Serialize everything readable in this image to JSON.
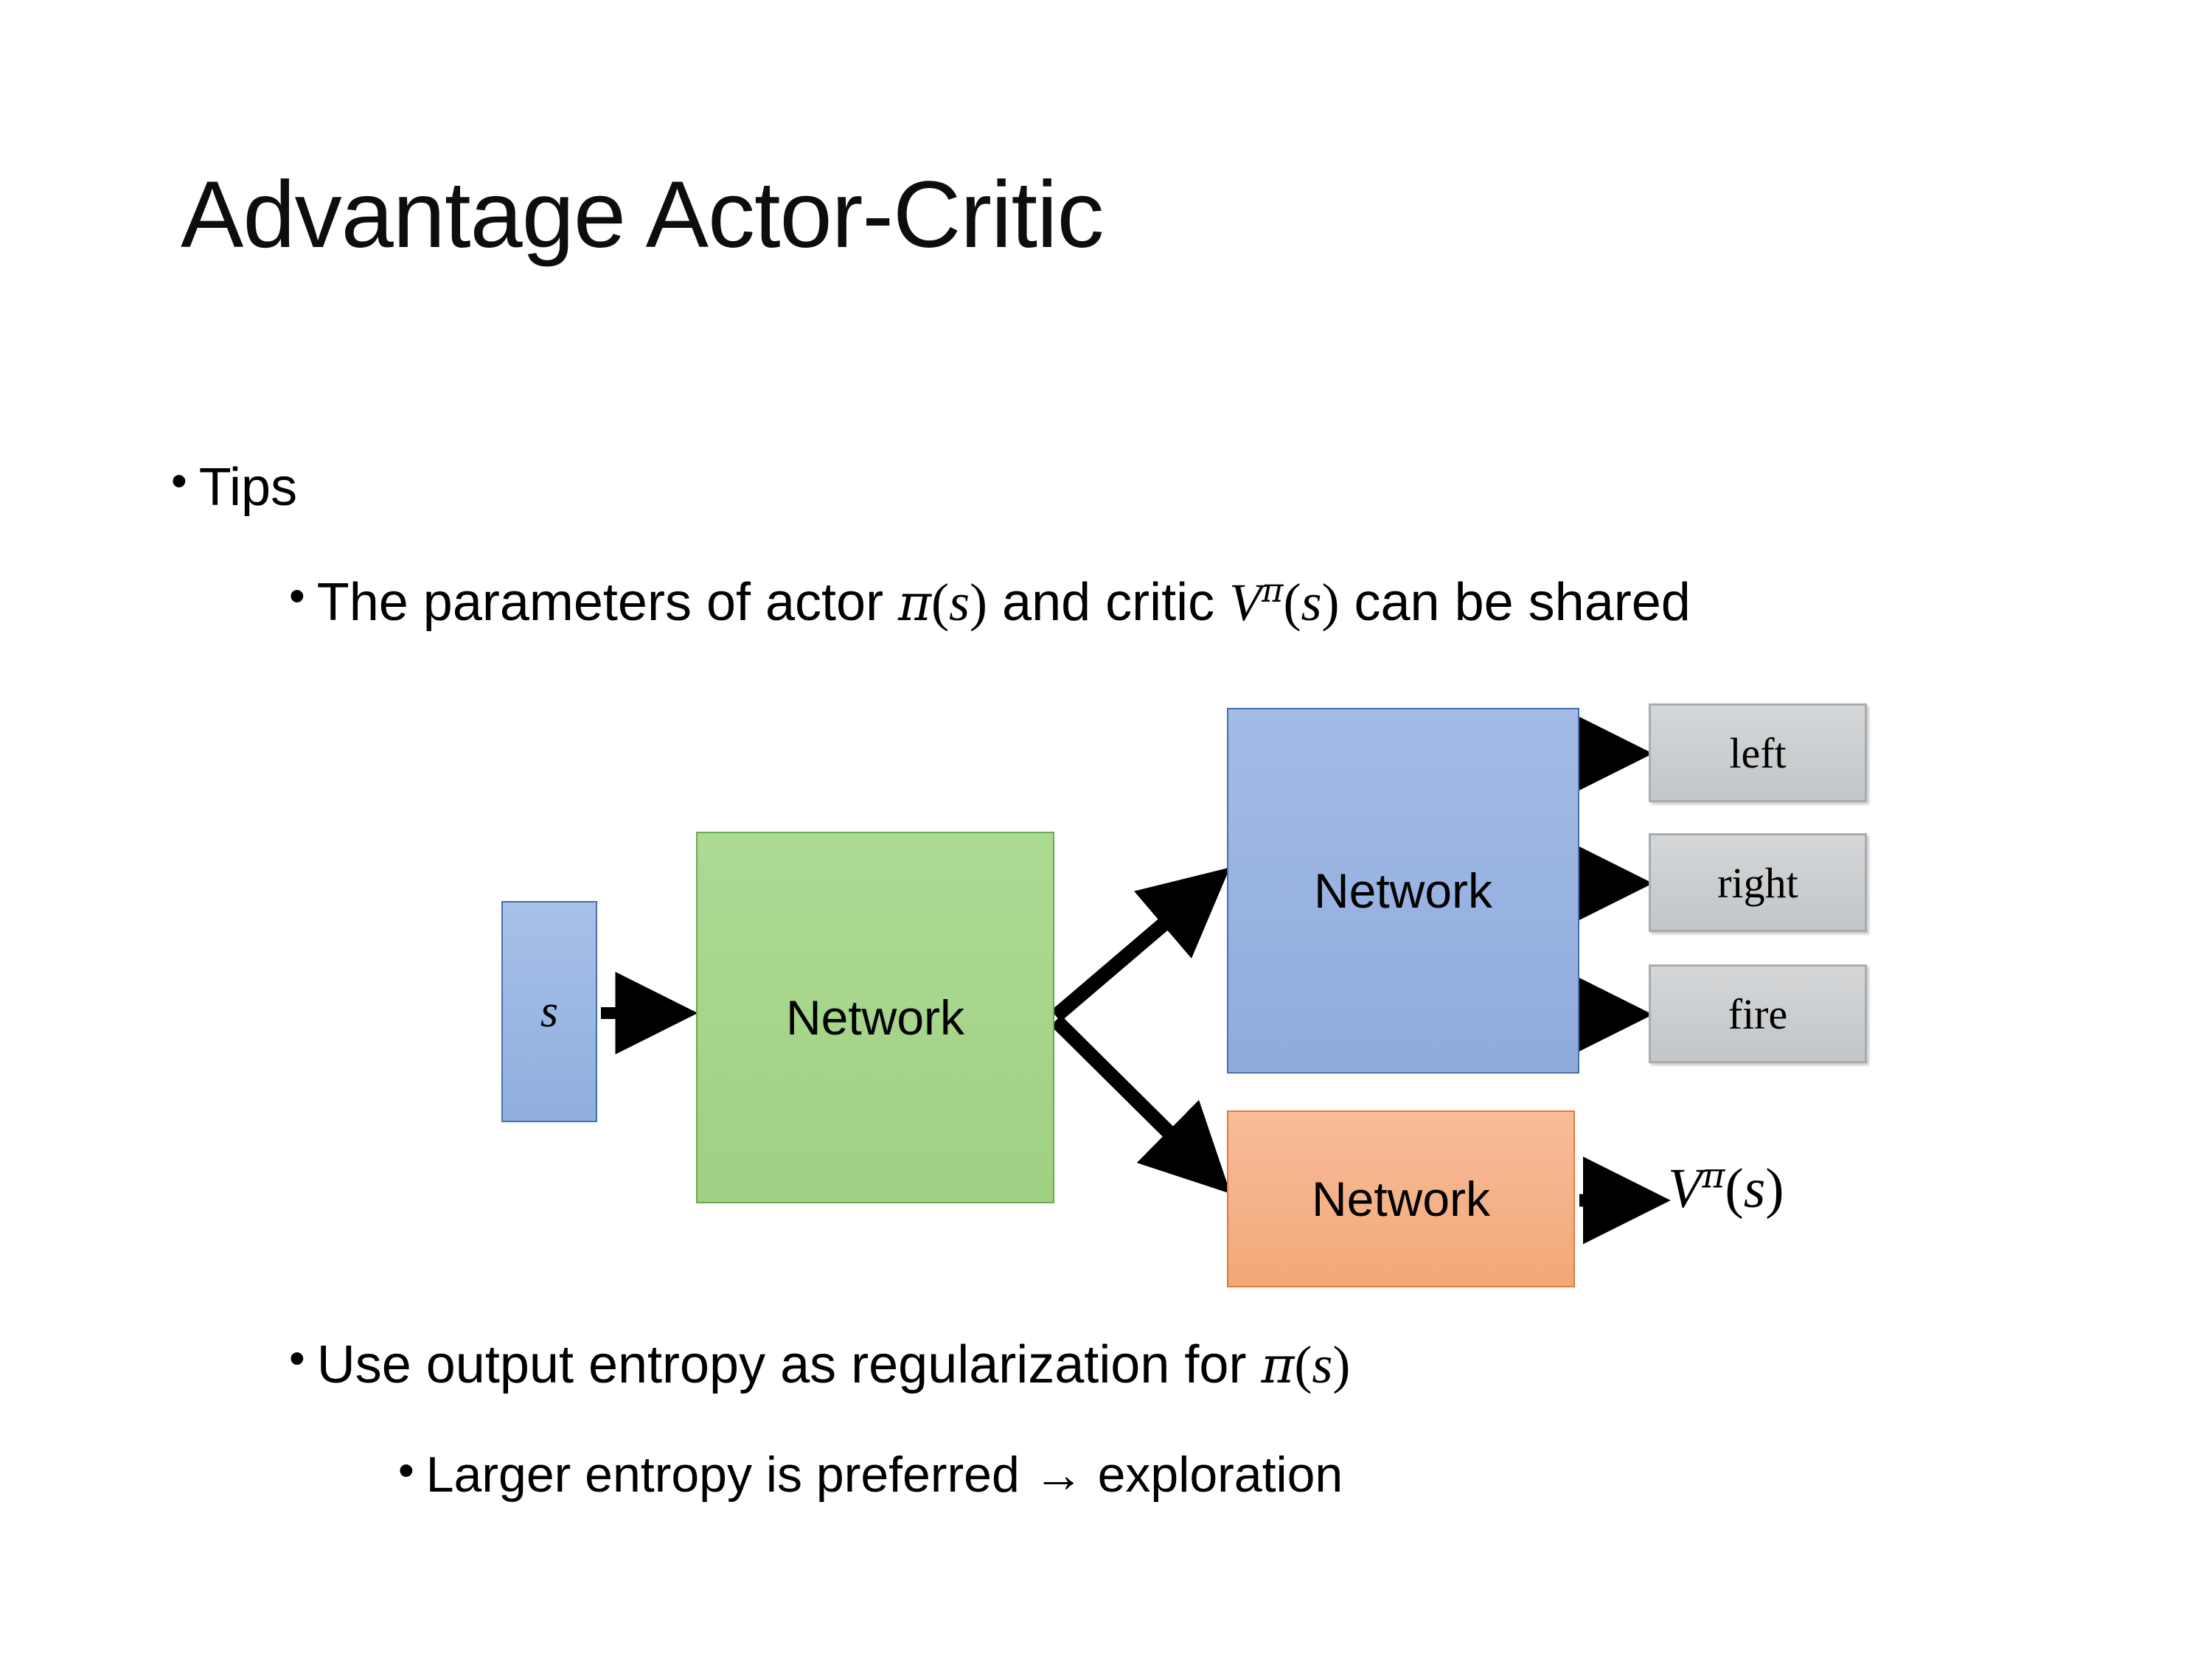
{
  "slide": {
    "title": "Advantage Actor-Critic",
    "bullets": [
      {
        "id": "tips",
        "level": 1,
        "marker": "•",
        "text": "Tips"
      },
      {
        "id": "shared",
        "level": 2,
        "marker": "•",
        "text": "The parameters of actor π(s)  and critic Vπ(s) can be shared",
        "segments": {
          "lead": "The parameters of actor ",
          "math_actor": "π(s)",
          "mid": "  and critic ",
          "math_critic_base": "V",
          "math_critic_sup": "π",
          "math_critic_arg": "(s)",
          "tail": " can be shared"
        }
      },
      {
        "id": "entropy",
        "level": 2,
        "marker": "•",
        "text": "Use output entropy as regularization for π(s)",
        "segments": {
          "lead": "Use output entropy as regularization for ",
          "math_pi": "π",
          "math_arg": "(s)"
        }
      },
      {
        "id": "larger",
        "level": 3,
        "marker": "•",
        "text": "Larger entropy is preferred → exploration",
        "segments": {
          "lead": "Larger entropy is preferred ",
          "arrow": "→",
          "tail": " exploration"
        }
      }
    ]
  },
  "diagram": {
    "nodes": {
      "state": {
        "label": "s",
        "role": "state-input",
        "color": "#95b3e0"
      },
      "shared_network": {
        "label": "Network",
        "role": "shared-trunk",
        "color": "#a9d18e"
      },
      "actor_network": {
        "label": "Network",
        "role": "actor-head",
        "color": "#95b3e1"
      },
      "critic_network": {
        "label": "Network",
        "role": "critic-head",
        "color": "#f4b183"
      }
    },
    "actions": [
      {
        "label": "left"
      },
      {
        "label": "right"
      },
      {
        "label": "fire"
      }
    ],
    "value_output": {
      "base": "V",
      "superscript": "π",
      "argument": "(s)"
    },
    "arrows": [
      {
        "name": "state-to-shared",
        "from": "state",
        "to": "shared_network"
      },
      {
        "name": "shared-to-actor",
        "from": "shared_network",
        "to": "actor_network"
      },
      {
        "name": "shared-to-critic",
        "from": "shared_network",
        "to": "critic_network"
      },
      {
        "name": "actor-to-left",
        "from": "actor_network",
        "to": "left"
      },
      {
        "name": "actor-to-right",
        "from": "actor_network",
        "to": "right"
      },
      {
        "name": "actor-to-fire",
        "from": "actor_network",
        "to": "fire"
      },
      {
        "name": "critic-to-value",
        "from": "critic_network",
        "to": "value_output"
      }
    ]
  },
  "colors": {
    "background": "#ffffff",
    "text": "#000000",
    "state_box": "#95b3e0",
    "shared_box": "#a9d18e",
    "actor_box": "#95b3e1",
    "critic_box": "#f4b183",
    "action_box": "#c9ccce",
    "arrow": "#000000"
  }
}
